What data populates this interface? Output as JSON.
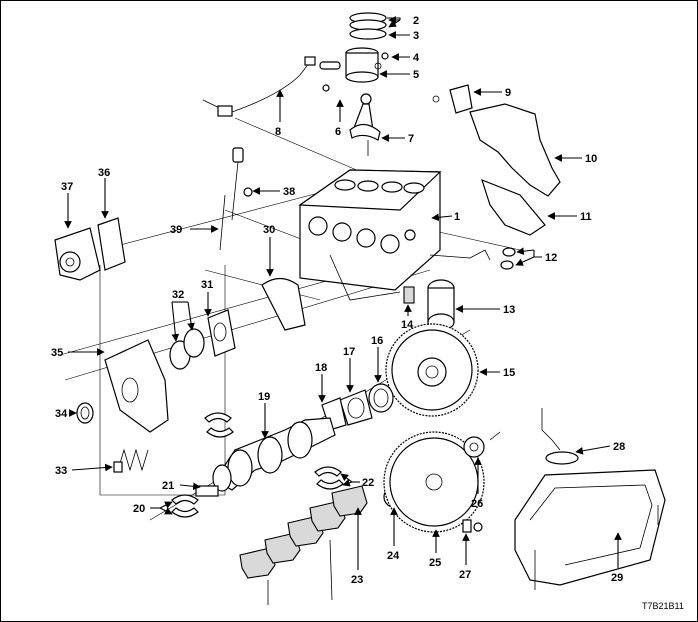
{
  "figure": {
    "code": "T7B21B11",
    "callouts": [
      "1",
      "2",
      "3",
      "4",
      "5",
      "6",
      "7",
      "8",
      "9",
      "10",
      "11",
      "12",
      "13",
      "14",
      "15",
      "16",
      "17",
      "18",
      "19",
      "20",
      "21",
      "22",
      "23",
      "24",
      "25",
      "26",
      "27",
      "28",
      "29",
      "30",
      "31",
      "32",
      "33",
      "34",
      "35",
      "36",
      "37",
      "38",
      "39"
    ]
  }
}
